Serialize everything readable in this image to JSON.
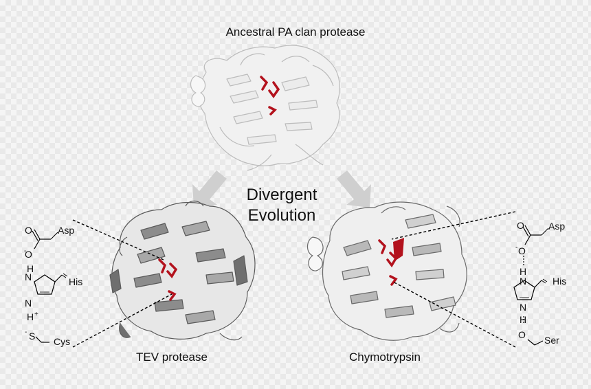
{
  "figure": {
    "top_title": "Ancestral PA clan protease",
    "center_label_line1": "Divergent",
    "center_label_line2": "Evolution",
    "left_caption": "TEV protease",
    "right_caption": "Chymotrypsin"
  },
  "left_triad": {
    "residue_1": "Asp",
    "residue_2": "His",
    "residue_3": "Cys",
    "atom_o": "O",
    "atom_o_minus": "O",
    "atom_n_h": "N",
    "atom_h_top": "H",
    "atom_n_plus": "N",
    "atom_h_plus": "H",
    "atom_s": "S",
    "charge_minus": "-",
    "charge_plus": "+"
  },
  "right_triad": {
    "residue_1": "Asp",
    "residue_2": "His",
    "residue_3": "Ser",
    "atom_o": "O",
    "atom_o_minus": "O",
    "atom_n_top": "N",
    "atom_h_top": "H",
    "atom_n_bottom": "N",
    "atom_h_bottom": "H",
    "atom_o_ser": "O",
    "charge_minus": "-"
  },
  "colors": {
    "active_site": "#b3121d",
    "ancestral_ribbon": "#dcdcdc",
    "tev_ribbon": "#8c8c8c",
    "chymotrypsin_ribbon": "#b9b9b9",
    "arrow": "#cfcfcf"
  }
}
